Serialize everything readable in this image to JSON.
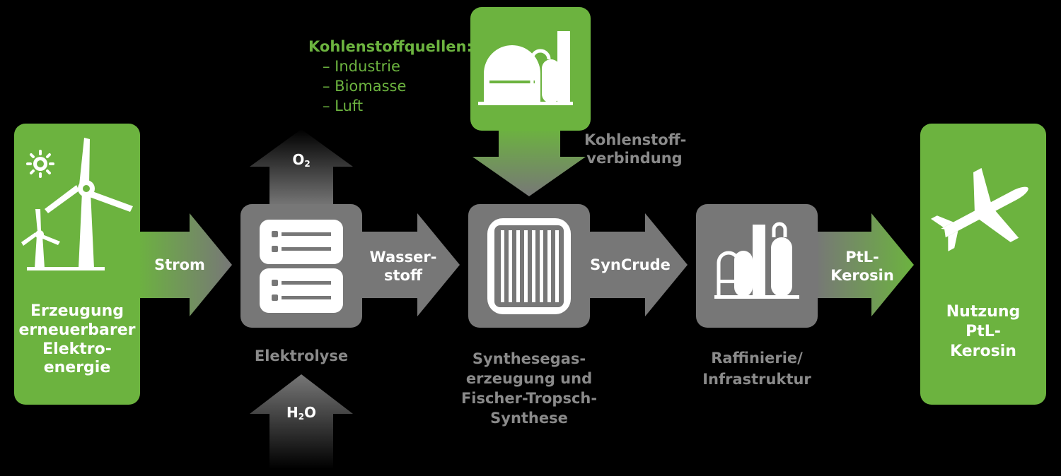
{
  "colors": {
    "green": "#6cb33f",
    "grey_box": "#777777",
    "grey_text": "#8a8a8a",
    "white": "#ffffff",
    "background": "#000000"
  },
  "source_box": {
    "title": "Erzeugung erneuerbarer Elektro- energie",
    "lines": [
      "Erzeugung",
      "erneuerbarer",
      "Elektro-",
      "energie"
    ],
    "icons": [
      "sun-icon",
      "wind-turbine-icon"
    ]
  },
  "arrows": {
    "strom": {
      "label": "Strom"
    },
    "wasserstoff": {
      "lines": [
        "Wasser-",
        "stoff"
      ]
    },
    "syncrude": {
      "label": "SynCrude"
    },
    "ptl_kerosin": {
      "lines": [
        "PtL-",
        "Kerosin"
      ]
    },
    "o2": {
      "label": "O",
      "sub": "2"
    },
    "h2o": {
      "label_h": "H",
      "sub": "2",
      "label_o": "O"
    },
    "kohlenstoff": {
      "lines": [
        "Kohlenstoff-",
        "verbindung"
      ]
    }
  },
  "carbon_sources": {
    "title": "Kohlenstoffquellen:",
    "items": [
      "– Industrie",
      "– Biomasse",
      "– Luft"
    ],
    "icon": "biogas-plant-icon"
  },
  "steps": [
    {
      "id": "elektrolyse",
      "lines": [
        "Elektrolyse"
      ],
      "icon": "electrolyzer-icon"
    },
    {
      "id": "synthese",
      "lines": [
        "Synthesegas-",
        "erzeugung und",
        "Fischer-Tropsch-",
        "Synthese"
      ],
      "icon": "reactor-icon"
    },
    {
      "id": "raffinerie",
      "lines": [
        "Raffinierie/",
        "Infrastruktur"
      ],
      "icon": "refinery-icon"
    }
  ],
  "target_box": {
    "lines": [
      "Nutzung",
      "PtL-",
      "Kerosin"
    ],
    "icon": "airplane-icon"
  }
}
